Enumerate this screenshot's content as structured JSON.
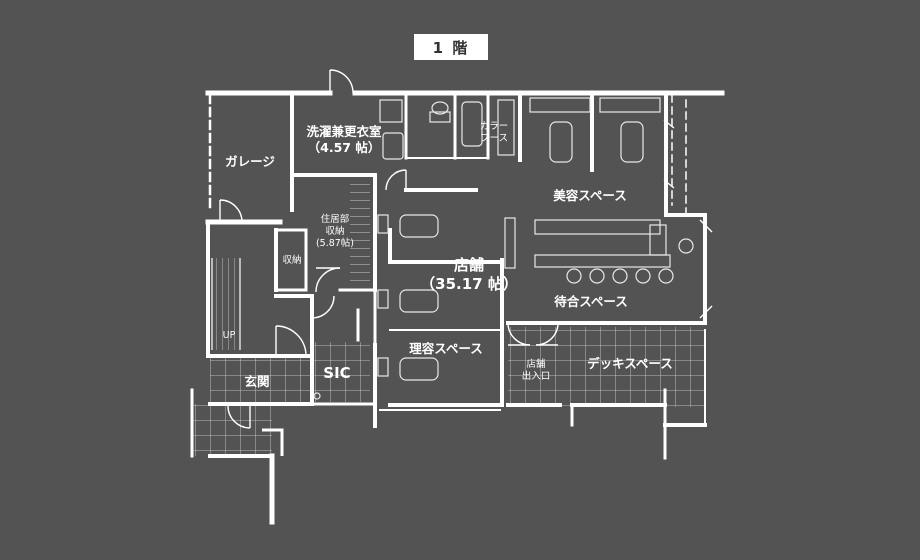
{
  "floor_title": "1 階",
  "rooms": {
    "laundry": {
      "name": "洗濯兼更衣室",
      "area": "（4.57 帖）"
    },
    "garage": {
      "name": "ガレージ"
    },
    "color_booth": {
      "line1": "カラー",
      "line2": "ブース"
    },
    "beauty_space": {
      "name": "美容スペース"
    },
    "storage_residence": {
      "line1": "住居部",
      "line2": "収納",
      "line3": "(5.87帖)"
    },
    "storage": {
      "name": "収納"
    },
    "shop": {
      "name": "店舗",
      "area": "（35.17 帖）"
    },
    "waiting_space": {
      "name": "待合スペース"
    },
    "up": {
      "name": "UP"
    },
    "barber_space": {
      "name": "理容スペース"
    },
    "sic": {
      "name": "SIC"
    },
    "shop_entrance": {
      "line1": "店舗",
      "line2": "出入口"
    },
    "deck_space": {
      "name": "デッキスペース"
    },
    "entrance": {
      "name": "玄関"
    }
  },
  "colors": {
    "background": "#545353",
    "wall": "#ffffff",
    "fixture_line": "#e8e8e8"
  }
}
